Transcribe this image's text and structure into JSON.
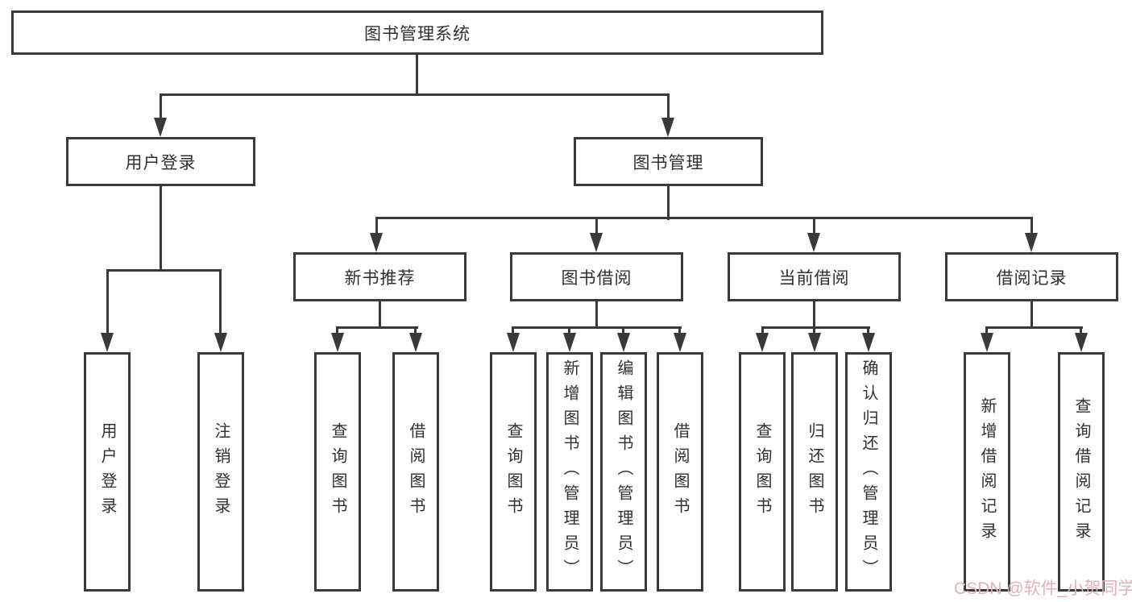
{
  "colors": {
    "background": "#ffffff",
    "line": "#3a3a3a",
    "text": "#303030",
    "box_background": "#ffffff",
    "watermark": "#e4b0b4"
  },
  "diagram": {
    "type": "hierarchy-diagram",
    "root": "图书管理系统",
    "user_login": {
      "label": "用户登录",
      "children": [
        "用户登录",
        "注销登录"
      ]
    },
    "book_management": {
      "label": "图书管理",
      "sections": [
        {
          "label": "新书推荐",
          "children": [
            "查询图书",
            "借阅图书"
          ]
        },
        {
          "label": "图书借阅",
          "children": [
            "查询图书",
            "新增图书（管理员）",
            "编辑图书（管理员）",
            "借阅图书"
          ]
        },
        {
          "label": "当前借阅",
          "children": [
            "查询图书",
            "归还图书",
            "确认归还（管理员）"
          ]
        },
        {
          "label": "借阅记录",
          "children": [
            "新增借阅记录",
            "查询借阅记录"
          ]
        }
      ]
    }
  },
  "watermark": {
    "text": "CSDN @软件_小贺同学"
  }
}
